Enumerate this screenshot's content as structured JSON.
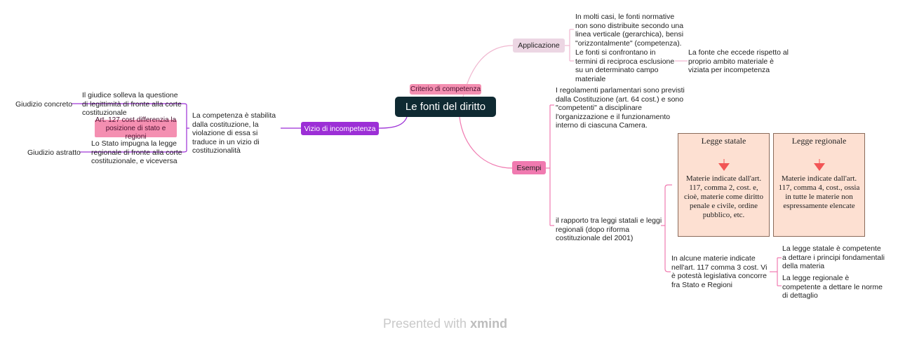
{
  "central": {
    "title": "Le fonti del diritto",
    "tag": "Criterio di competenza"
  },
  "left": {
    "vizio_label": "Vizio di incompetenza",
    "vizio_text": "La competenza è stabilita dalla costituzione, la violazione di essa si traduce in un vizio di costituzionalità",
    "giudizio_concreto": "Giudizio concreto",
    "concreto_text": "Il giudice solleva la questione di legittimità di fronte alla corte costituzionale",
    "art127": "Art. 127 cost differenzia la posizione di stato e regioni",
    "giudizio_astratto": "Giudizio astratto",
    "astratto_text": "Lo Stato impugna la legge regionale di fronte alla corte costituzionale, e viceversa"
  },
  "applicazione": {
    "label": "Applicazione",
    "text1": "In molti casi, le fonti normative non sono distribuite secondo una linea verticale (gerarchica), bensi \"orizzontalmente\" (competenza).",
    "text2": "Le fonti si confrontano in termini di reciproca esclusione su un determinato campo materiale",
    "text3": "La fonte che eccede rispetto al proprio ambito materiale è viziata per incompetenza"
  },
  "esempi": {
    "label": "Esempi",
    "text1": "I regolamenti parlamentari sono previsti dalla Costituzione (art. 64 cost.) e sono \"competenti\" a disciplinare l'organizzazione e il funzionamento interno di ciascuna Camera.",
    "text2": "il rapporto tra leggi statali e leggi regionali (dopo riforma costituzionale del 2001)",
    "statale_title": "Legge statale",
    "statale_body": "Materie indicate dall'art. 117, comma 2, cost. e, cioè, materie come diritto penale e civile, ordine pubblico, etc.",
    "regionale_title": "Legge regionale",
    "regionale_body": "Materie indicate dall'art. 117, comma 4, cost., ossia in tutte le materie non espressamente elencate",
    "concorrente": "In alcune materie indicate nell'art. 117 comma 3 cost. Vi è potestà legislativa concorre fra Stato e Regioni",
    "statale_competente": "La legge statale è competente a dettare i principi fondamentali della materia",
    "regionale_competente": "La legge regionale è competente a dettare le norme di dettaglio"
  },
  "footer": {
    "prefix": "Presented with",
    "brand": "xmind"
  },
  "colors": {
    "central_bg": "#0f2a32",
    "purple": "#9c2fd6",
    "pink": "#f48fb1",
    "hot_pink": "#f07ab0",
    "light_pink": "#ecd6e3",
    "box_fill": "#fde0d2",
    "arrow_red": "#f25555"
  }
}
